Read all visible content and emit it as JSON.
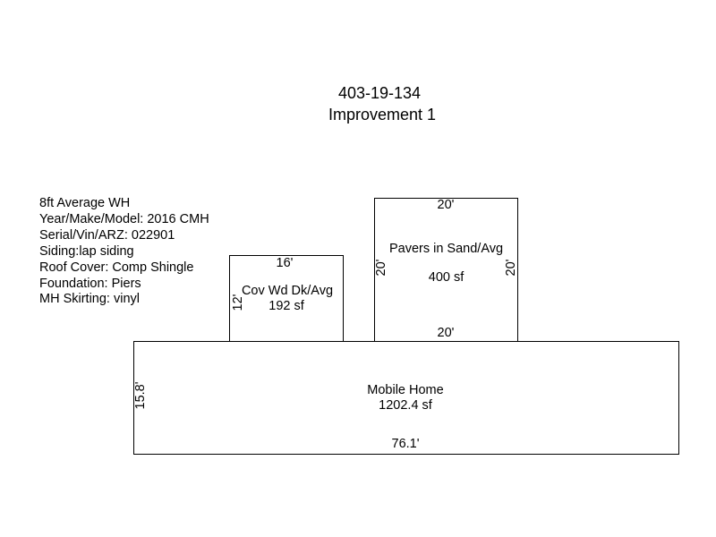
{
  "parcel": {
    "id": "403-19-134",
    "subtitle": "Improvement 1"
  },
  "notes": [
    "8ft Average WH",
    "Year/Make/Model: 2016 CMH",
    "Serial/Vin/ARZ: 022901",
    "Siding:lap siding",
    "Roof Cover: Comp Shingle",
    "Foundation: Piers",
    "MH Skirting: vinyl"
  ],
  "areas": {
    "deck": {
      "name": "Cov Wd Dk/Avg",
      "area": "192 sf",
      "top_dim": "16'",
      "side_dim": "12'"
    },
    "pavers": {
      "name": "Pavers in Sand/Avg",
      "area": "400 sf",
      "top_dim": "20'",
      "bottom_dim": "20'",
      "left_dim": "20'",
      "right_dim": "20'"
    },
    "mobile_home": {
      "name": "Mobile Home",
      "area": "1202.4 sf",
      "side_dim": "15.8'",
      "bottom_dim": "76.1'"
    }
  }
}
